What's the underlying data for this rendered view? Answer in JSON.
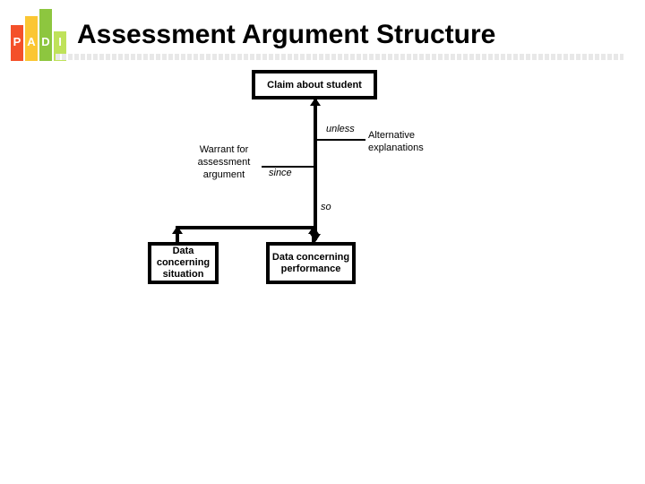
{
  "slide": {
    "title": "Assessment Argument Structure",
    "background_color": "#ffffff",
    "text_color": "#000000"
  },
  "logo": {
    "name": "PADI",
    "letters": [
      "P",
      "A",
      "D",
      "I"
    ],
    "bar_colors": [
      "#F4502A",
      "#FBC633",
      "#8DC63F",
      "#BFE25A"
    ]
  },
  "diagram": {
    "claim": {
      "label": "Claim about student"
    },
    "warrant": {
      "label": "Warrant for assessment argument"
    },
    "alternative": {
      "label": "Alternative explanations"
    },
    "data_situation": {
      "label": "Data concerning situation"
    },
    "data_performance": {
      "label": "Data concerning performance"
    },
    "connectors": {
      "unless": "unless",
      "since": "since",
      "so": "so"
    }
  }
}
